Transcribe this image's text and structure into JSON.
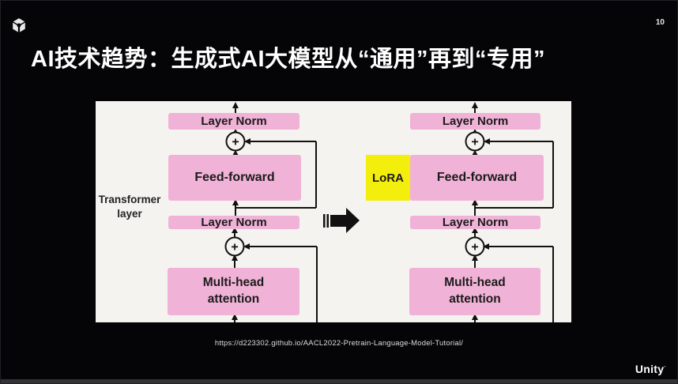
{
  "header": {
    "page_number": "10",
    "title": "AI技术趋势：生成式AI大模型从“通用”再到“专用”"
  },
  "diagram": {
    "side_label": {
      "line1": "Transformer",
      "line2": "layer"
    },
    "plus_symbol": "+",
    "left_column": {
      "layer_norm_top": "Layer Norm",
      "feed_forward": "Feed-forward",
      "layer_norm_bottom": "Layer Norm",
      "multi_head_line1": "Multi-head",
      "multi_head_line2": "attention"
    },
    "right_column": {
      "layer_norm_top": "Layer Norm",
      "lora": "LoRA",
      "feed_forward": "Feed-forward",
      "layer_norm_bottom": "Layer Norm",
      "multi_head_line1": "Multi-head",
      "multi_head_line2": "attention"
    },
    "colors": {
      "box_pink": "#f0b2d6",
      "lora_yellow": "#f4ee0c",
      "panel_bg": "#f5f3ef",
      "line_color": "#111111"
    }
  },
  "footer": {
    "source_url": "https://d223302.github.io/AACL2022-Pretrain-Language-Model-Tutorial/",
    "brand": "Unity",
    "brand_mark": "·"
  }
}
